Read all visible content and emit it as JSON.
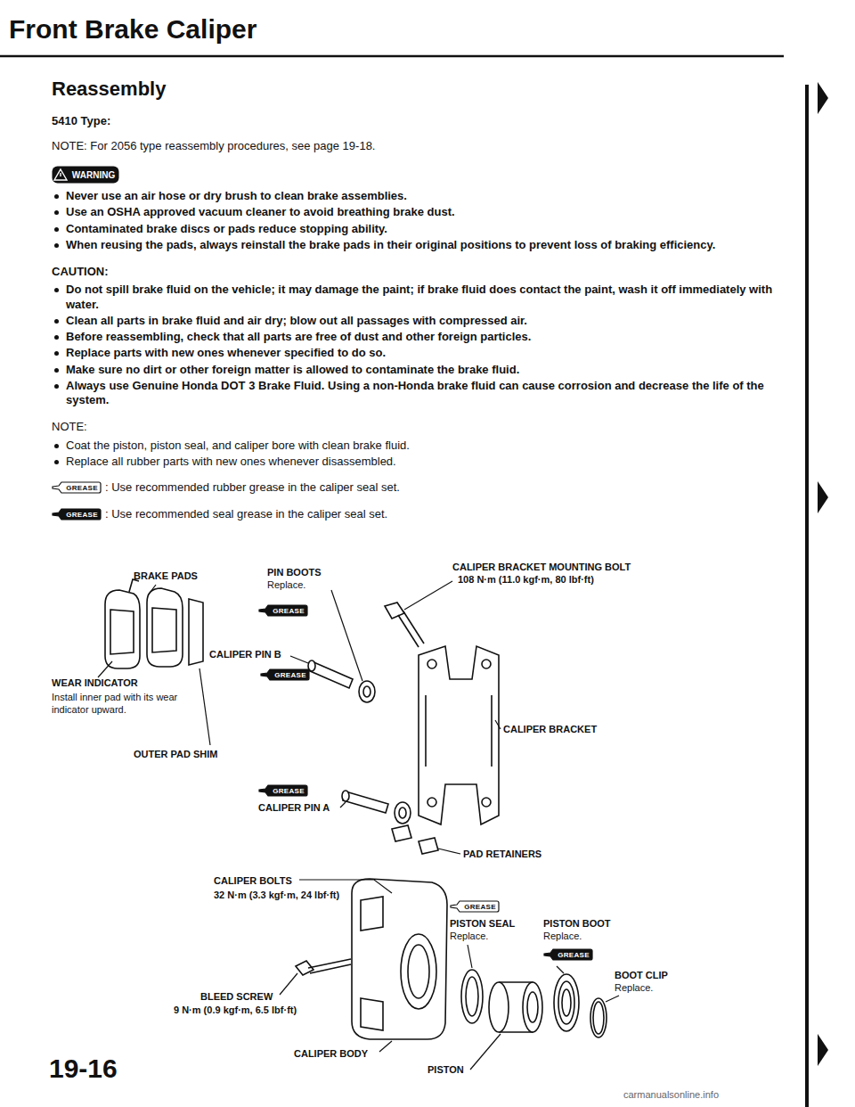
{
  "diagram": {
    "title": "Front Brake Caliper",
    "nodes": [
      {
        "text": [
          "WARNING"
        ]
      },
      {
        "text": [
          "GREASE"
        ]
      },
      {
        "text": [
          "GREASE"
        ]
      },
      {
        "text": [
          "GREASE"
        ]
      },
      {
        "text": [
          "GREASE"
        ]
      },
      {
        "text": [
          "GREASE"
        ]
      },
      {
        "text": [
          "GREASE"
        ]
      },
      {
        "text": [
          "GREASE"
        ]
      }
    ],
    "labels": [
      "Reassembly",
      "5410 Type:",
      "NOTE: For 2056 type reassembly procedures, see page 19-18.",
      "Never use an air hose or dry brush to clean brake assemblies.",
      "Use an OSHA approved vacuum cleaner to avoid breathing brake dust.",
      "Contaminated brake discs or pads reduce stopping ability.",
      "When reusing the pads, always reinstall the brake pads in their original positions to prevent loss of braking efficiency.",
      "CAUTION:",
      "Do not spill brake fluid on the vehicle; it may damage the paint; if brake fluid does contact the paint, wash it off immediately with water.",
      "Clean all parts in brake fluid and air dry; blow out all passages with compressed air.",
      "Before reassembling, check that all parts are free of dust and other foreign particles.",
      "Replace parts with new ones whenever specified to do so.",
      "Make sure no dirt or other foreign matter is allowed to contaminate the brake fluid.",
      "Always use Genuine Honda DOT 3 Brake Fluid. Using a non-Honda brake fluid can cause corrosion and decrease the life of the system.",
      "NOTE:",
      "Coat the piston, piston seal, and caliper bore with clean brake fluid.",
      "Replace all rubber parts with new ones whenever disassembled.",
      ": Use recommended rubber grease in the caliper seal set.",
      ": Use recommended seal grease in the caliper seal set.",
      "BRAKE PADS",
      "PIN BOOTS",
      "Replace.",
      "CALIPER BRACKET MOUNTING BOLT",
      "108 N·m (11.0 kgf·m, 80 lbf·ft)",
      "CALIPER PIN B",
      "WEAR INDICATOR",
      "Install inner pad with its wear indicator upward.",
      "CALIPER BRACKET",
      "OUTER PAD SHIM",
      "CALIPER PIN A",
      "CALIPER BOLTS",
      "32 N·m (3.3 kgf·m, 24 lbf·ft)",
      "PAD RETAINERS",
      "PISTON SEAL",
      "Replace.",
      "PISTON BOOT",
      "Replace.",
      "BOOT CLIP",
      "Replace.",
      "BLEED SCREW",
      "9 N·m (0.9 kgf·m, 6.5 lbf·ft)",
      "CALIPER BODY",
      "PISTON",
      "19-16",
      "carmanualsonline.info"
    ]
  }
}
